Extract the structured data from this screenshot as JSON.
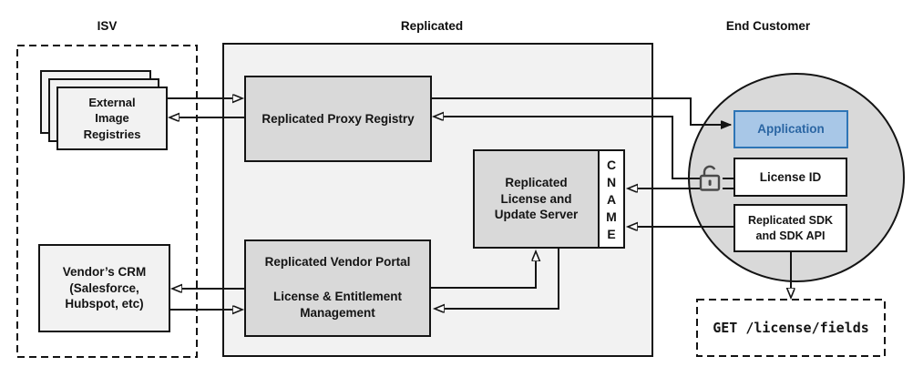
{
  "titles": {
    "isv": "ISV",
    "replicated": "Replicated",
    "end_customer": "End Customer"
  },
  "nodes": {
    "external_image_registries": {
      "label": "External\nImage\nRegistries"
    },
    "vendors_crm": {
      "label": "Vendor’s CRM\n(Salesforce,\nHubspot, etc)"
    },
    "replicated_proxy_registry": {
      "label": "Replicated Proxy Registry"
    },
    "replicated_license_update_server": {
      "label": "Replicated\nLicense and\nUpdate Server"
    },
    "cname": {
      "letters": [
        "C",
        "N",
        "A",
        "M",
        "E"
      ]
    },
    "replicated_vendor_portal": {
      "label": "Replicated Vendor Portal\n\nLicense & Entitlement\nManagement"
    },
    "application": {
      "label": "Application"
    },
    "license_id": {
      "label": "License ID"
    },
    "replicated_sdk": {
      "label": "Replicated SDK\nand SDK API"
    },
    "get_license_fields": {
      "label": "GET /license/fields"
    }
  },
  "icons": {
    "lock": "unlocked-padlock-icon"
  },
  "colors": {
    "node_gray": "#d9d9d9",
    "panel_gray": "#f2f2f2",
    "light_node": "#f2f2f2",
    "application_fill": "#a8c7e7",
    "application_border": "#2e75b6",
    "application_text": "#2b66a3",
    "line": "#141414",
    "circle_fill": "#d9d9d9"
  }
}
